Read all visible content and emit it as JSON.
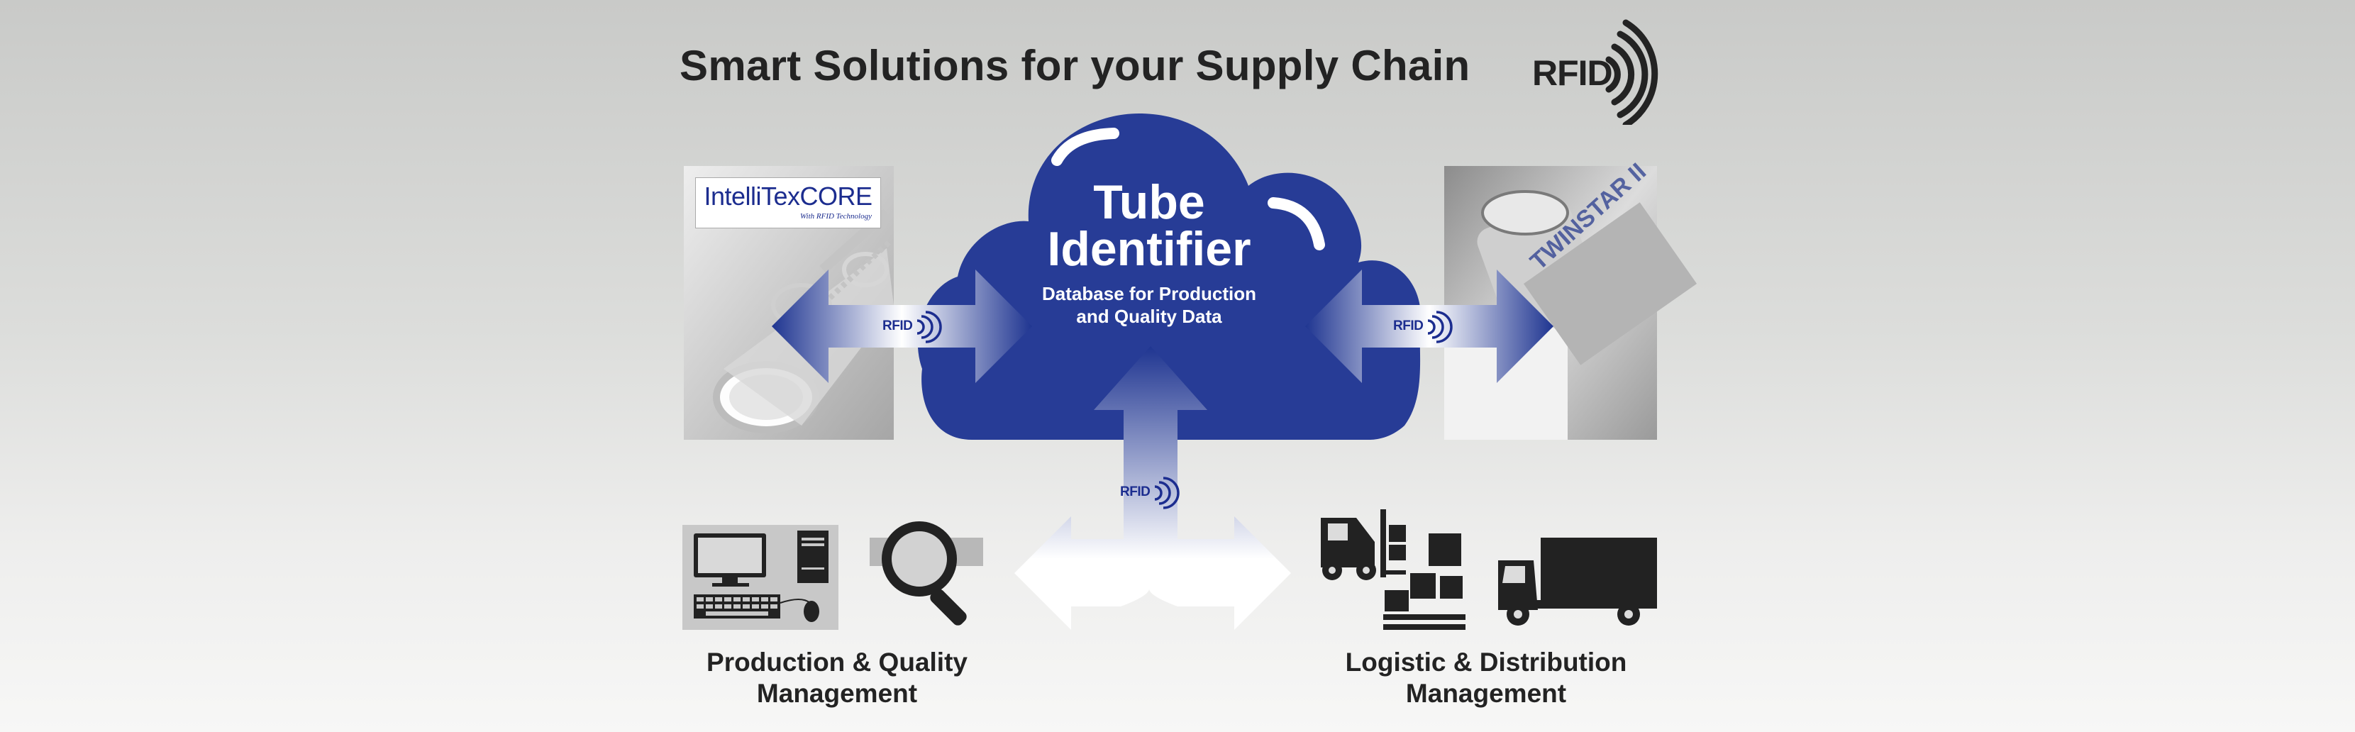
{
  "title": "Smart Solutions for your Supply Chain",
  "logo_text": "RFID",
  "cloud": {
    "title_line1": "Tube",
    "title_line2": "Identifier",
    "subtitle_line1": "Database for Production",
    "subtitle_line2": "and Quality Data"
  },
  "left_photo": {
    "brand_name": "IntelliTexCORE",
    "brand_tagline": "With RFID Technology"
  },
  "right_photo": {
    "machine_label": "TWINSTAR II"
  },
  "arrow_labels": {
    "left": "RFID",
    "right": "RFID",
    "bottom": "RFID"
  },
  "captions": {
    "left_line1": "Production & Quality",
    "left_line2": "Management",
    "right_line1": "Logistic & Distribution",
    "right_line2": "Management"
  },
  "colors": {
    "cloud_blue": "#273c96",
    "text_dark": "#232323",
    "rfid_blue": "#1c2d8f"
  },
  "icons": [
    "rfid-logo-icon",
    "cloud-icon",
    "computer-icon",
    "magnifier-icon",
    "forklift-icon",
    "boxes-icon",
    "truck-icon"
  ]
}
